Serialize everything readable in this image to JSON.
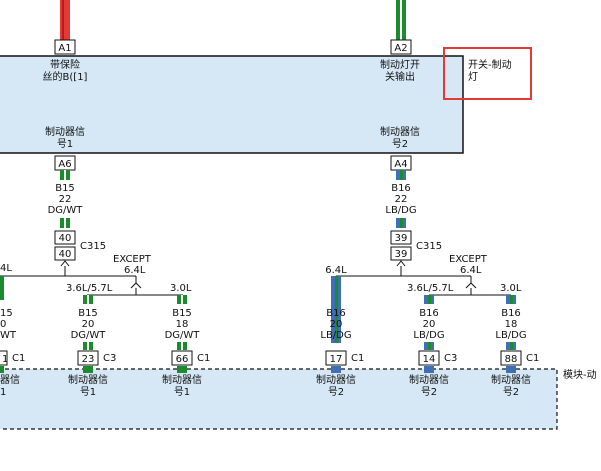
{
  "switch_box": {
    "pin_a1": "A1",
    "pin_a2": "A2",
    "label_a1_line1": "带保险",
    "label_a1_line2": "丝的B([1]",
    "label_a2_line1": "制动灯开",
    "label_a2_line2": "关输出",
    "label_sig1_line1": "制动器信",
    "label_sig1_line2": "号1",
    "label_sig2_line1": "制动器信",
    "label_sig2_line2": "号2",
    "pin_a6": "A6",
    "pin_a4": "A4"
  },
  "component_label": {
    "line1": "开关-制动",
    "line2": "灯"
  },
  "highlight_color": "#e53935",
  "wire_colors": {
    "red": "#e53935",
    "green": "#1e8a2e",
    "blue_stripe": "#3f6fb5",
    "box_fill": "#d6e8f5"
  },
  "wires": {
    "left_upper": {
      "circuit": "B15",
      "gauge": "22",
      "color": "DG/WT"
    },
    "right_upper": {
      "circuit": "B16",
      "gauge": "22",
      "color": "LB/DG"
    }
  },
  "splice_left": {
    "pin_top": "40",
    "pin_bottom": "40",
    "name": "C315"
  },
  "splice_right": {
    "pin_top": "39",
    "pin_bottom": "39",
    "name": "C315"
  },
  "branches": {
    "left_cut_label": "4L",
    "left_cut_circuit": "15",
    "left_cut_gauge": "0",
    "left_cut_color": "WT",
    "left_cut_pin": "1",
    "left_cut_conn": "C1",
    "left_except": "EXCEPT",
    "left_except_size": "6.4L",
    "left_variant": "3.6L/5.7L",
    "left_variant2": "3.0L",
    "left_mid": {
      "circuit": "B15",
      "gauge": "20",
      "color": "DG/WT",
      "pin": "23",
      "conn": "C3"
    },
    "left_end": {
      "circuit": "B15",
      "gauge": "18",
      "color": "DG/WT",
      "pin": "66",
      "conn": "C1"
    },
    "right_first_label": "6.4L",
    "right_first": {
      "circuit": "B16",
      "gauge": "20",
      "color": "LB/DG",
      "pin": "17",
      "conn": "C1"
    },
    "right_except": "EXCEPT",
    "right_except_size": "6.4L",
    "right_variant": "3.6L/5.7L",
    "right_variant2": "3.0L",
    "right_mid": {
      "circuit": "B16",
      "gauge": "20",
      "color": "LB/DG",
      "pin": "14",
      "conn": "C3"
    },
    "right_end": {
      "circuit": "B16",
      "gauge": "18",
      "color": "LB/DG",
      "pin": "88",
      "conn": "C1"
    }
  },
  "module": {
    "cut_label_line1": "器信",
    "cut_label_line2": "1",
    "label_a_line1": "制动器信",
    "label_a_line2": "号1",
    "label_b_line1": "制动器信",
    "label_b_line2": "号1",
    "label_c_line1": "制动器信",
    "label_c_line2": "号2",
    "label_d_line1": "制动器信",
    "label_d_line2": "号2",
    "label_e_line1": "制动器信",
    "label_e_line2": "号2",
    "side_label": "模块-动"
  }
}
